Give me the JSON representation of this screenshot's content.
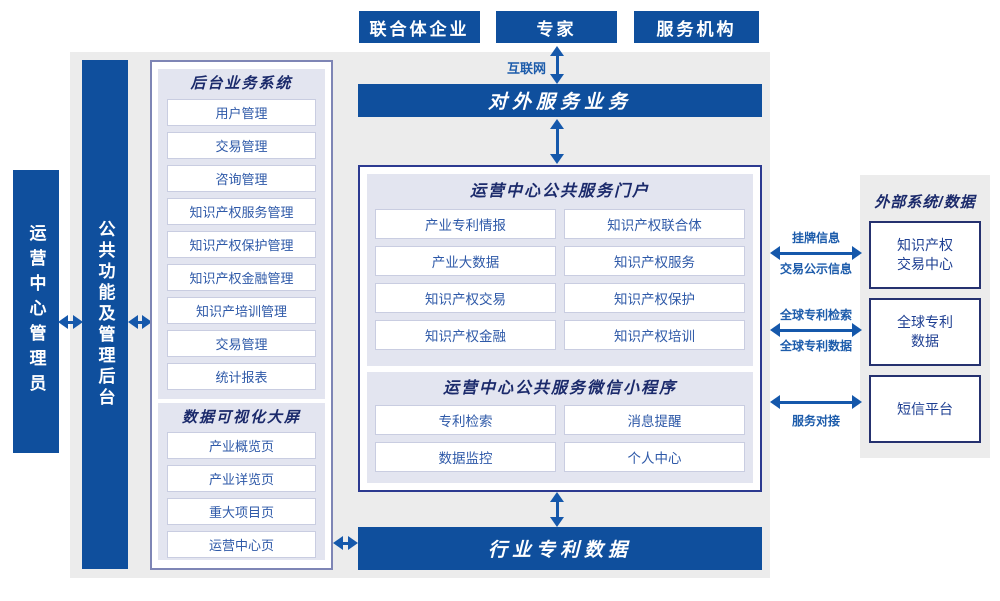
{
  "colors": {
    "primary_navy": "#0f4f9d",
    "panel_lavender": "#e3e5f0",
    "arrow_blue": "#1558ab",
    "title_navy": "#1b2a6b",
    "item_text_blue": "#2e59a8",
    "background_gray": "#ececec"
  },
  "top_actors": [
    {
      "label": "联合体企业"
    },
    {
      "label": "专家"
    },
    {
      "label": "服务机构"
    }
  ],
  "internet_label": "互联网",
  "left_bars": {
    "admin": "运营中心管理员",
    "backend": "公共功能及管理后台"
  },
  "backend_system": {
    "title": "后台业务系统",
    "items": [
      "用户管理",
      "交易管理",
      "咨询管理",
      "知识产权服务管理",
      "知识产权保护管理",
      "知识产权金融管理",
      "知识产培训管理",
      "交易管理",
      "统计报表"
    ]
  },
  "dashboard": {
    "title": "数据可视化大屏",
    "items": [
      "产业概览页",
      "产业详览页",
      "重大项目页",
      "运营中心页"
    ]
  },
  "external_service_bar": "对外服务业务",
  "portal": {
    "title": "运营中心公共服务门户",
    "items": [
      "产业专利情报",
      "知识产权联合体",
      "产业大数据",
      "知识产权服务",
      "知识产权交易",
      "知识产权保护",
      "知识产权金融",
      "知识产权培训"
    ]
  },
  "miniapp": {
    "title": "运营中心公共服务微信小程序",
    "items": [
      "专利检索",
      "消息提醒",
      "数据监控",
      "个人中心"
    ]
  },
  "industry_data_bar": "行业专利数据",
  "external": {
    "title": "外部系统/数据",
    "systems": [
      "知识产权交易中心",
      "全球专利数据",
      "短信平台"
    ],
    "links": [
      {
        "top": "挂牌信息",
        "bottom": "交易公示信息"
      },
      {
        "top": "全球专利检索",
        "bottom": "全球专利数据"
      },
      {
        "top": "",
        "bottom": "服务对接"
      }
    ]
  }
}
